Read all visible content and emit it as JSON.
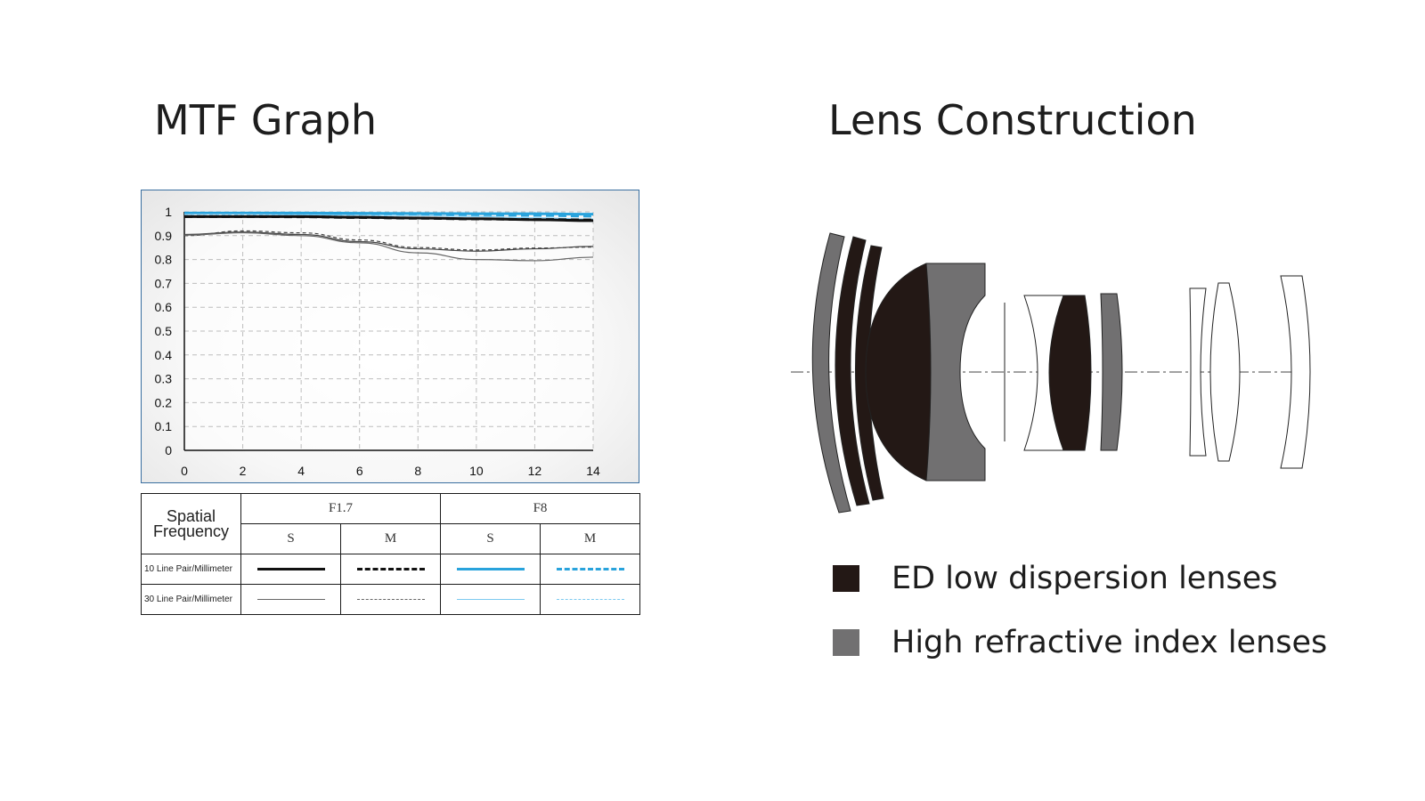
{
  "mtf_title": "MTF Graph",
  "lens_title": "Lens Construction",
  "chart_data": {
    "type": "line",
    "xlim": [
      0,
      14
    ],
    "ylim": [
      0,
      1
    ],
    "x_ticks": [
      "0",
      "2",
      "4",
      "6",
      "8",
      "10",
      "12",
      "14"
    ],
    "y_ticks": [
      "0",
      "0.1",
      "0.2",
      "0.3",
      "0.4",
      "0.5",
      "0.6",
      "0.7",
      "0.8",
      "0.9",
      "1"
    ],
    "grid": true,
    "x": [
      0,
      2,
      4,
      6,
      8,
      10,
      12,
      14
    ],
    "series": [
      {
        "color": "#29a3dc",
        "style": "solid",
        "width": 3,
        "values": [
          0.995,
          0.995,
          0.995,
          0.994,
          0.993,
          0.992,
          0.992,
          0.99
        ]
      },
      {
        "color": "#29a3dc",
        "style": "dashed",
        "width": 3,
        "values": [
          0.994,
          0.994,
          0.993,
          0.992,
          0.99,
          0.988,
          0.985,
          0.982
        ]
      },
      {
        "color": "#7ccaf0",
        "style": "solid",
        "width": 1,
        "values": [
          0.99,
          0.99,
          0.988,
          0.986,
          0.984,
          0.98,
          0.975,
          0.97
        ]
      },
      {
        "color": "#7ccaf0",
        "style": "dashed",
        "width": 1,
        "values": [
          0.988,
          0.987,
          0.985,
          0.982,
          0.978,
          0.973,
          0.968,
          0.96
        ]
      },
      {
        "color": "#111111",
        "style": "solid",
        "width": 3,
        "values": [
          0.98,
          0.98,
          0.98,
          0.977,
          0.974,
          0.971,
          0.967,
          0.963
        ]
      },
      {
        "color": "#111111",
        "style": "dashed",
        "width": 3,
        "values": [
          0.98,
          0.98,
          0.979,
          0.976,
          0.973,
          0.97,
          0.968,
          0.966
        ]
      },
      {
        "color": "#444444",
        "style": "solid",
        "width": 1.2,
        "values": [
          0.905,
          0.915,
          0.905,
          0.875,
          0.845,
          0.835,
          0.845,
          0.855
        ]
      },
      {
        "color": "#444444",
        "style": "dashed",
        "width": 1.2,
        "values": [
          0.9,
          0.92,
          0.912,
          0.882,
          0.85,
          0.84,
          0.848,
          0.852
        ]
      },
      {
        "color": "#666666",
        "style": "solid",
        "width": 1.2,
        "values": [
          0.902,
          0.912,
          0.9,
          0.87,
          0.828,
          0.8,
          0.795,
          0.81
        ]
      }
    ]
  },
  "legend_table": {
    "spatial_frequency": "Spatial Frequency",
    "apertures": [
      "F1.7",
      "F8"
    ],
    "sm": [
      "S",
      "M",
      "S",
      "M"
    ],
    "rows": [
      {
        "label": "10 Line Pair/Millimeter"
      },
      {
        "label": "30 Line Pair/Millimeter"
      }
    ],
    "styles": {
      "r0": [
        "#111111 solid 3",
        "#111111 dashed 3",
        "#29a3dc solid 3",
        "#29a3dc dashed 3"
      ],
      "r1": [
        "#666666 solid 1",
        "#666666 dashed 1",
        "#7ccaf0 solid 1",
        "#7ccaf0 dashed 1"
      ]
    }
  },
  "lens_legend": [
    {
      "label": "ED low dispersion lenses",
      "color": "#231815"
    },
    {
      "label": "High refractive index lenses",
      "color": "#717071"
    }
  ]
}
